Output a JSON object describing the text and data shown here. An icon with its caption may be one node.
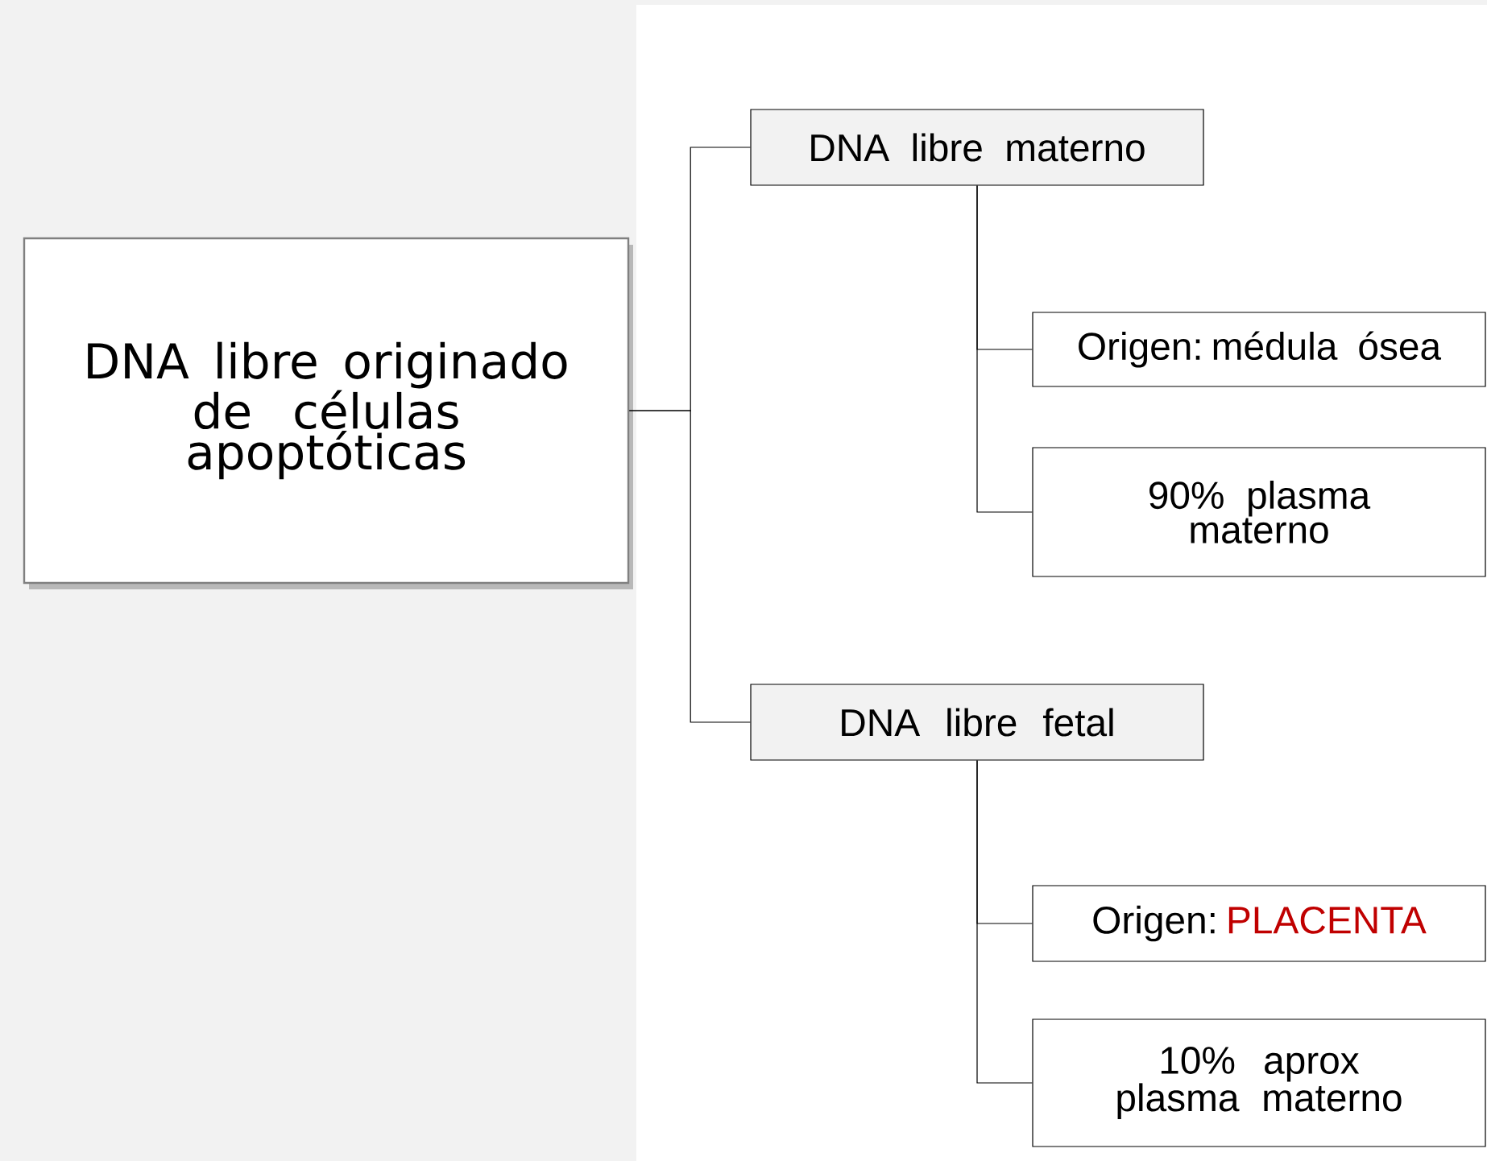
{
  "diagram": {
    "nodes": [
      {
        "text": [
          "DNA libre originado de células apoptóticas"
        ]
      },
      {
        "text": [
          "DNA libre materno"
        ]
      },
      {
        "text": [
          "Origen: médula ósea"
        ]
      },
      {
        "text": [
          "90% plasma materno"
        ]
      },
      {
        "text": [
          "DNA libre fetal"
        ]
      },
      {
        "text": [
          "Origen:",
          "PLACENTA"
        ]
      },
      {
        "text": [
          "10% aprox plasma materno"
        ]
      }
    ],
    "edges": [
      {
        "from": 0,
        "to": 1,
        "arrow": "none"
      },
      {
        "from": 0,
        "to": 4,
        "arrow": "none"
      },
      {
        "from": 1,
        "to": 2,
        "arrow": "none"
      },
      {
        "from": 1,
        "to": 3,
        "arrow": "none"
      },
      {
        "from": 4,
        "to": 5,
        "arrow": "none"
      },
      {
        "from": 4,
        "to": 6,
        "arrow": "none"
      }
    ]
  }
}
